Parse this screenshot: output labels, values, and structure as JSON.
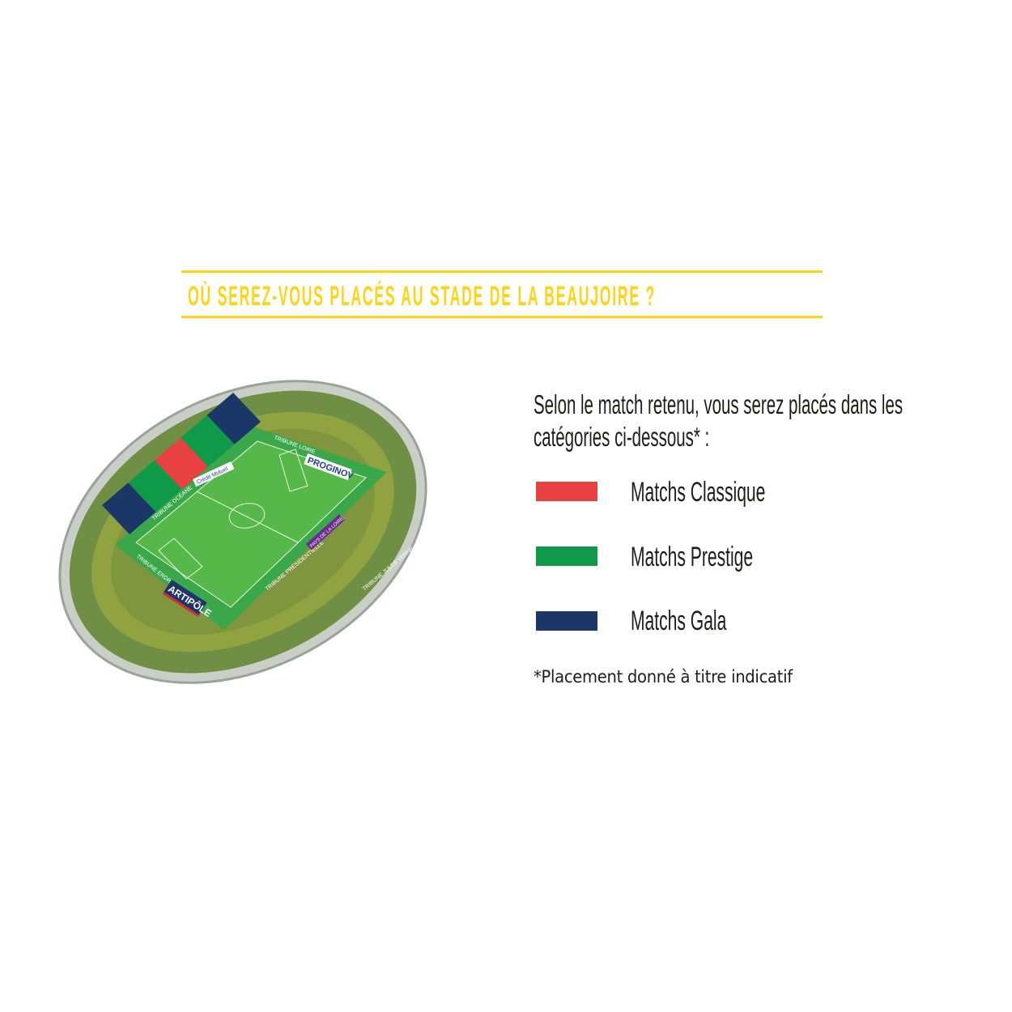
{
  "header": {
    "title": "OÙ SEREZ-VOUS PLACÉS AU STADE DE LA BEAUJOIRE ?"
  },
  "intro": {
    "line1": "Selon le match retenu, vous serez placés dans les",
    "line2": "catégories ci-dessous* :"
  },
  "legend": [
    {
      "label": "Matchs Classique",
      "color": "#E84142"
    },
    {
      "label": "Matchs Prestige",
      "color": "#0E9A48"
    },
    {
      "label": "Matchs Gala",
      "color": "#1A3768"
    }
  ],
  "note": "*Placement donné à titre indicatif",
  "stadium": {
    "stands": {
      "loire": "TRIBUNE LOIRE",
      "oceane": "TRIBUNE OCÉANE",
      "erdre": "TRIBUNE ERDRE",
      "presidentielle": "TRIBUNE PRÉSIDENTIELLE",
      "jules_verne": "TRIBUNE JULES VERNE"
    },
    "sponsors": {
      "proginov": "PROGINOV",
      "artipole": "ARTIPÔLE",
      "credit_mutuel": "Crédit Mutuel",
      "region": "PAYS DE LA LOIRE"
    },
    "sections": [
      "gala",
      "prestige",
      "classique",
      "prestige",
      "gala"
    ]
  }
}
